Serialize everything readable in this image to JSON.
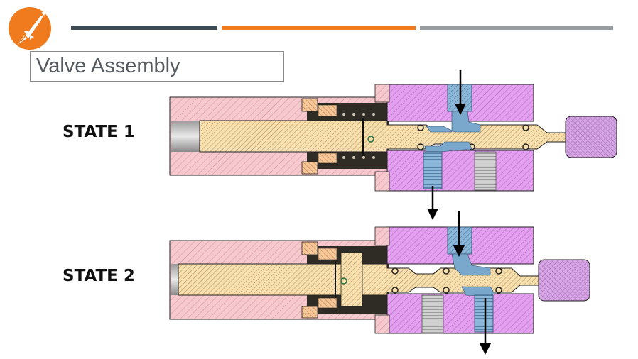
{
  "slide": {
    "title": "Valve Assembly",
    "states": [
      {
        "label": "STATE 1"
      },
      {
        "label": "STATE 2"
      }
    ]
  },
  "header": {
    "bar_colors": [
      "#3d4a52",
      "#f07a1e",
      "#9a9da0"
    ]
  },
  "logo": {
    "icon": "rocket-icon",
    "color": "#f07a1e"
  },
  "colors": {
    "body_pink": "#f6c9cf",
    "block_violet": "#e2a0ee",
    "spool_tan": "#f8dfae",
    "port_blue": "#7aa7cc",
    "plug_grey": "#c6c6c6",
    "cavity_dark": "#2e2c24",
    "knob_violet": "#d7a6e4",
    "flow_arrow": "#000000"
  }
}
